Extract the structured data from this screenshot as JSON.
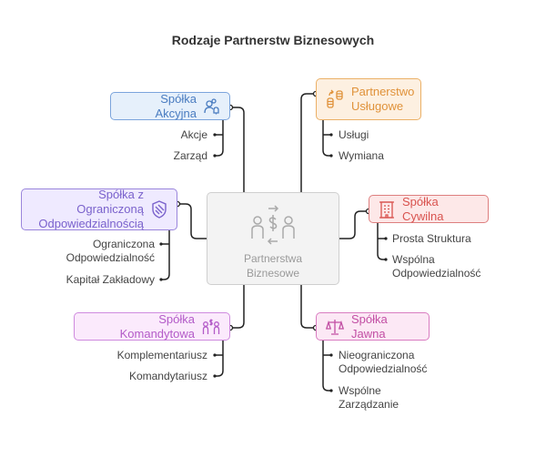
{
  "title": "Rodzaje Partnerstw Biznesowych",
  "center": {
    "label_line1": "Partnerstwa",
    "label_line2": "Biznesowe",
    "icon": "partners-exchange-icon"
  },
  "nodes": {
    "akcyjna": {
      "label": "Spółka Akcyjna",
      "icon": "user-bell-icon",
      "color": "#4a7cc0",
      "items": [
        "Akcje",
        "Zarząd"
      ]
    },
    "zoo": {
      "label_line1": "Spółka z Ograniczoną",
      "label_line2": "Odpowiedzialnością",
      "icon": "shield-icon",
      "color": "#7a62cc",
      "items": [
        [
          "Ograniczona",
          "Odpowiedzialność"
        ],
        "Kapitał Zakładowy"
      ]
    },
    "komandytowa": {
      "label": "Spółka Komandytowa",
      "icon": "people-money-icon",
      "color": "#b35bc8",
      "items": [
        "Komplementariusz",
        "Komandytariusz"
      ]
    },
    "uslugowe": {
      "label_line1": "Partnerstwo",
      "label_line2": "Usługowe",
      "icon": "coins-exchange-icon",
      "color": "#e0923a",
      "items": [
        "Usługi",
        "Wymiana"
      ]
    },
    "cywilna": {
      "label": "Spółka Cywilna",
      "icon": "building-icon",
      "color": "#d9534f",
      "items": [
        "Prosta Struktura",
        [
          "Wspólna",
          "Odpowiedzialność"
        ]
      ]
    },
    "jawna": {
      "label": "Spółka Jawna",
      "icon": "scales-icon",
      "color": "#c24fa4",
      "items": [
        [
          "Nieograniczona",
          "Odpowiedzialność"
        ],
        [
          "Wspólne",
          "Zarządzanie"
        ]
      ]
    }
  }
}
